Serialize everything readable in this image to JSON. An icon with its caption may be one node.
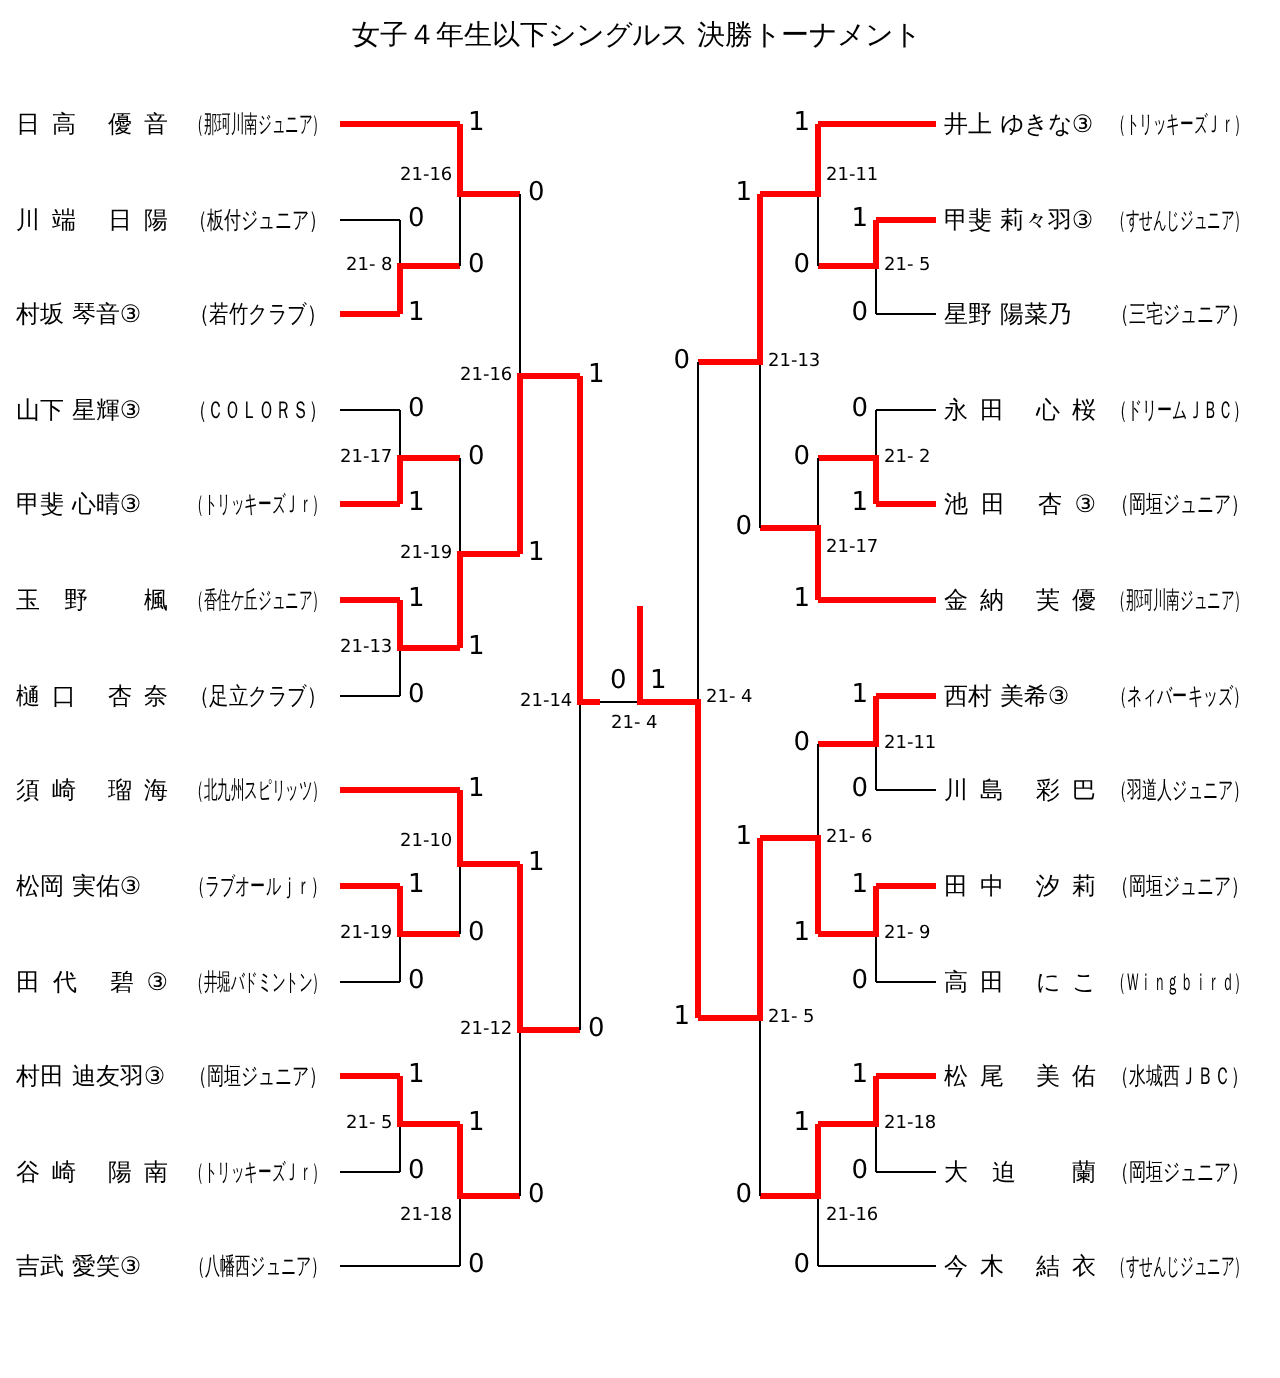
{
  "diagram": {
    "title": "女子４年生以下シングルス 決勝トーナメント",
    "nodes": [
      {
        "text": [
          "日高 優音",
          "（那珂川南ジュニア）"
        ]
      },
      {
        "text": [
          "川端 日陽",
          "（板付ジュニア）"
        ]
      },
      {
        "text": [
          "村坂 琴音③",
          "（若竹クラブ）"
        ]
      },
      {
        "text": [
          "山下 星輝③",
          "（ＣＯＬＯＲＳ）"
        ]
      },
      {
        "text": [
          "甲斐 心晴③",
          "（トリッキーズＪｒ）"
        ]
      },
      {
        "text": [
          "玉野 楓",
          "（香住ケ丘ジュニア）"
        ]
      },
      {
        "text": [
          "樋口 杏奈",
          "（足立クラブ）"
        ]
      },
      {
        "text": [
          "須崎 瑠海",
          "（北九州スピリッツ）"
        ]
      },
      {
        "text": [
          "松岡 実佑③",
          "（ラブオールｊｒ）"
        ]
      },
      {
        "text": [
          "田代 碧③",
          "（井堀バドミントン）"
        ]
      },
      {
        "text": [
          "村田 迪友羽③",
          "（岡垣ジュニア）"
        ]
      },
      {
        "text": [
          "谷崎 陽南",
          "（トリッキーズＪｒ）"
        ]
      },
      {
        "text": [
          "吉武 愛笑③",
          "（八幡西ジュニア）"
        ]
      },
      {
        "text": [
          "井上 ゆきな③",
          "（トリッキーズＪｒ）"
        ]
      },
      {
        "text": [
          "甲斐 莉々羽③",
          "（すせんじジュニア）"
        ]
      },
      {
        "text": [
          "星野 陽菜乃",
          "（三宅ジュニア）"
        ]
      },
      {
        "text": [
          "永田 心桜",
          "（ドリームＪＢＣ）"
        ]
      },
      {
        "text": [
          "池田 杏③",
          "（岡垣ジュニア）"
        ]
      },
      {
        "text": [
          "金納 芙優",
          "（那珂川南ジュニア）"
        ]
      },
      {
        "text": [
          "西村 美希③",
          "（ネィバーキッズ）"
        ]
      },
      {
        "text": [
          "川島 彩巴",
          "（羽道人ジュニア）"
        ]
      },
      {
        "text": [
          "田中 汐莉",
          "（岡垣ジュニア）"
        ]
      },
      {
        "text": [
          "高田 にこ",
          "（Ｗｉｎｇｂｉｒｄ）"
        ]
      },
      {
        "text": [
          "松尾 美佑",
          "（水城西ＪＢＣ）"
        ]
      },
      {
        "text": [
          "大迫 蘭",
          "（岡垣ジュニア）"
        ]
      },
      {
        "text": [
          "今木 結衣",
          "（すせんじジュニア）"
        ]
      },
      {
        "text": [
          "1"
        ]
      },
      {
        "text": [
          "0"
        ]
      },
      {
        "text": [
          "0"
        ]
      },
      {
        "text": [
          "0"
        ]
      },
      {
        "text": [
          "1"
        ]
      },
      {
        "text": [
          "1"
        ]
      },
      {
        "text": [
          "0"
        ]
      },
      {
        "text": [
          "0"
        ]
      },
      {
        "text": [
          "1"
        ]
      },
      {
        "text": [
          "1"
        ]
      },
      {
        "text": [
          "1"
        ]
      },
      {
        "text": [
          "1"
        ]
      },
      {
        "text": [
          "0"
        ]
      },
      {
        "text": [
          "0"
        ]
      },
      {
        "text": [
          "1"
        ]
      },
      {
        "text": [
          "1"
        ]
      },
      {
        "text": [
          "1"
        ]
      },
      {
        "text": [
          "0"
        ]
      },
      {
        "text": [
          "0"
        ]
      },
      {
        "text": [
          "0"
        ]
      },
      {
        "text": [
          "1"
        ]
      },
      {
        "text": [
          "1"
        ]
      },
      {
        "text": [
          "0"
        ]
      },
      {
        "text": [
          "0"
        ]
      },
      {
        "text": [
          "0"
        ]
      },
      {
        "text": [
          "1"
        ]
      },
      {
        "text": [
          "1"
        ]
      },
      {
        "text": [
          "1"
        ]
      },
      {
        "text": [
          "0"
        ]
      },
      {
        "text": [
          "0"
        ]
      },
      {
        "text": [
          "0"
        ]
      },
      {
        "text": [
          "0"
        ]
      },
      {
        "text": [
          "0"
        ]
      },
      {
        "text": [
          "1"
        ]
      },
      {
        "text": [
          "0"
        ]
      },
      {
        "text": [
          "1"
        ]
      },
      {
        "text": [
          "1"
        ]
      },
      {
        "text": [
          "1"
        ]
      },
      {
        "text": [
          "0"
        ]
      },
      {
        "text": [
          "0"
        ]
      },
      {
        "text": [
          "1"
        ]
      },
      {
        "text": [
          "1"
        ]
      },
      {
        "text": [
          "1"
        ]
      },
      {
        "text": [
          "0"
        ]
      },
      {
        "text": [
          "1"
        ]
      },
      {
        "text": [
          "1"
        ]
      },
      {
        "text": [
          "1"
        ]
      },
      {
        "text": [
          "0"
        ]
      },
      {
        "text": [
          "0"
        ]
      },
      {
        "text": [
          "0"
        ]
      }
    ],
    "edges": [
      {
        "from": 0,
        "to": 26,
        "arrow": "none"
      },
      {
        "from": 1,
        "to": 28,
        "arrow": "none",
        "color": "#000000"
      },
      {
        "from": 2,
        "to": 30,
        "arrow": "none"
      },
      {
        "from": 3,
        "to": 32,
        "arrow": "none",
        "color": "#000000"
      },
      {
        "from": 4,
        "to": 34,
        "arrow": "none"
      },
      {
        "from": 5,
        "to": 36,
        "arrow": "none"
      },
      {
        "from": 6,
        "to": 39,
        "arrow": "none",
        "color": "#000000"
      },
      {
        "from": 7,
        "to": 40,
        "arrow": "none"
      },
      {
        "from": 8,
        "to": 42,
        "arrow": "none"
      },
      {
        "from": 9,
        "to": 44,
        "arrow": "none",
        "color": "#000000"
      },
      {
        "from": 10,
        "to": 46,
        "arrow": "none"
      },
      {
        "from": 11,
        "to": 48,
        "arrow": "none",
        "color": "#000000"
      },
      {
        "from": 12,
        "to": 50,
        "arrow": "none",
        "color": "#000000"
      },
      {
        "from": 13,
        "to": 51,
        "arrow": "none"
      },
      {
        "from": 14,
        "to": 53,
        "arrow": "none"
      },
      {
        "from": 15,
        "to": 55,
        "arrow": "none",
        "color": "#000000"
      },
      {
        "from": 16,
        "to": 57,
        "arrow": "none",
        "color": "#000000"
      },
      {
        "from": 17,
        "to": 59,
        "arrow": "none"
      },
      {
        "from": 18,
        "to": 61,
        "arrow": "none"
      },
      {
        "from": 19,
        "to": 63,
        "arrow": "none"
      },
      {
        "from": 20,
        "to": 65,
        "arrow": "none",
        "color": "#000000"
      },
      {
        "from": 21,
        "to": 67,
        "arrow": "none"
      },
      {
        "from": 22,
        "to": 69,
        "arrow": "none",
        "color": "#000000"
      },
      {
        "from": 23,
        "to": 71,
        "arrow": "none"
      },
      {
        "from": 24,
        "to": 73,
        "arrow": "none",
        "color": "#000000"
      },
      {
        "from": 25,
        "to": 75,
        "arrow": "none",
        "color": "#000000"
      },
      {
        "from": 28,
        "to": 29,
        "arrow": "none",
        "color": "#000000"
      },
      {
        "from": 30,
        "to": 29,
        "arrow": "none",
        "label": "21- 8"
      },
      {
        "from": 29,
        "to": 27,
        "arrow": "none",
        "color": "#000000"
      },
      {
        "from": 26,
        "to": 27,
        "arrow": "none",
        "label": "21-16"
      },
      {
        "from": 32,
        "to": 33,
        "arrow": "none",
        "color": "#000000"
      },
      {
        "from": 34,
        "to": 33,
        "arrow": "none",
        "label": "21-17"
      },
      {
        "from": 39,
        "to": 37,
        "arrow": "none",
        "color": "#000000"
      },
      {
        "from": 36,
        "to": 37,
        "arrow": "none",
        "label": "21-13"
      },
      {
        "from": 33,
        "to": 35,
        "arrow": "none",
        "color": "#000000"
      },
      {
        "from": 37,
        "to": 35,
        "arrow": "none",
        "label": "21-19"
      },
      {
        "from": 27,
        "to": 31,
        "arrow": "none",
        "color": "#000000"
      },
      {
        "from": 35,
        "to": 31,
        "arrow": "none",
        "label": "21-16"
      },
      {
        "from": 44,
        "to": 43,
        "arrow": "none",
        "color": "#000000"
      },
      {
        "from": 42,
        "to": 43,
        "arrow": "none",
        "label": "21-19"
      },
      {
        "from": 43,
        "to": 41,
        "arrow": "none",
        "color": "#000000"
      },
      {
        "from": 40,
        "to": 41,
        "arrow": "none",
        "label": "21-10"
      },
      {
        "from": 48,
        "to": 47,
        "arrow": "none",
        "color": "#000000"
      },
      {
        "from": 46,
        "to": 47,
        "arrow": "none",
        "label": "21- 5"
      },
      {
        "from": 50,
        "to": 49,
        "arrow": "none",
        "color": "#000000"
      },
      {
        "from": 47,
        "to": 49,
        "arrow": "none",
        "label": "21-18"
      },
      {
        "from": 49,
        "to": 45,
        "arrow": "none",
        "color": "#000000"
      },
      {
        "from": 41,
        "to": 45,
        "arrow": "none",
        "label": "21-12"
      },
      {
        "from": 45,
        "to": 38,
        "arrow": "none",
        "color": "#000000"
      },
      {
        "from": 31,
        "to": 38,
        "arrow": "none",
        "label": "21-14"
      },
      {
        "from": 55,
        "to": 54,
        "arrow": "none",
        "color": "#000000"
      },
      {
        "from": 53,
        "to": 54,
        "arrow": "none",
        "label": "21- 5"
      },
      {
        "from": 54,
        "to": 52,
        "arrow": "none",
        "color": "#000000"
      },
      {
        "from": 51,
        "to": 52,
        "arrow": "none",
        "label": "21-11"
      },
      {
        "from": 57,
        "to": 58,
        "arrow": "none",
        "color": "#000000"
      },
      {
        "from": 59,
        "to": 58,
        "arrow": "none",
        "label": "21- 2"
      },
      {
        "from": 58,
        "to": 60,
        "arrow": "none",
        "color": "#000000"
      },
      {
        "from": 61,
        "to": 60,
        "arrow": "none",
        "label": "21-17"
      },
      {
        "from": 60,
        "to": 56,
        "arrow": "none",
        "color": "#000000"
      },
      {
        "from": 52,
        "to": 56,
        "arrow": "none",
        "label": "21-13"
      },
      {
        "from": 65,
        "to": 64,
        "arrow": "none",
        "color": "#000000"
      },
      {
        "from": 63,
        "to": 64,
        "arrow": "none",
        "label": "21-11"
      },
      {
        "from": 69,
        "to": 68,
        "arrow": "none",
        "color": "#000000"
      },
      {
        "from": 67,
        "to": 68,
        "arrow": "none",
        "label": "21- 9"
      },
      {
        "from": 64,
        "to": 66,
        "arrow": "none",
        "color": "#000000"
      },
      {
        "from": 68,
        "to": 66,
        "arrow": "none",
        "label": "21- 6"
      },
      {
        "from": 73,
        "to": 72,
        "arrow": "none",
        "color": "#000000"
      },
      {
        "from": 71,
        "to": 72,
        "arrow": "none",
        "label": "21-18"
      },
      {
        "from": 75,
        "to": 74,
        "arrow": "none",
        "color": "#000000"
      },
      {
        "from": 72,
        "to": 74,
        "arrow": "none",
        "label": "21-16"
      },
      {
        "from": 74,
        "to": 70,
        "arrow": "none",
        "color": "#000000"
      },
      {
        "from": 66,
        "to": 70,
        "arrow": "none",
        "label": "21- 5"
      },
      {
        "from": 56,
        "to": 62,
        "arrow": "none",
        "color": "#000000"
      },
      {
        "from": 70,
        "to": 62,
        "arrow": "none",
        "label": "21- 4"
      },
      {
        "from": 38,
        "to": null,
        "arrow": "none",
        "color": "#000000"
      },
      {
        "from": 62,
        "to": null,
        "arrow": "none",
        "label": "21- 4"
      }
    ]
  }
}
